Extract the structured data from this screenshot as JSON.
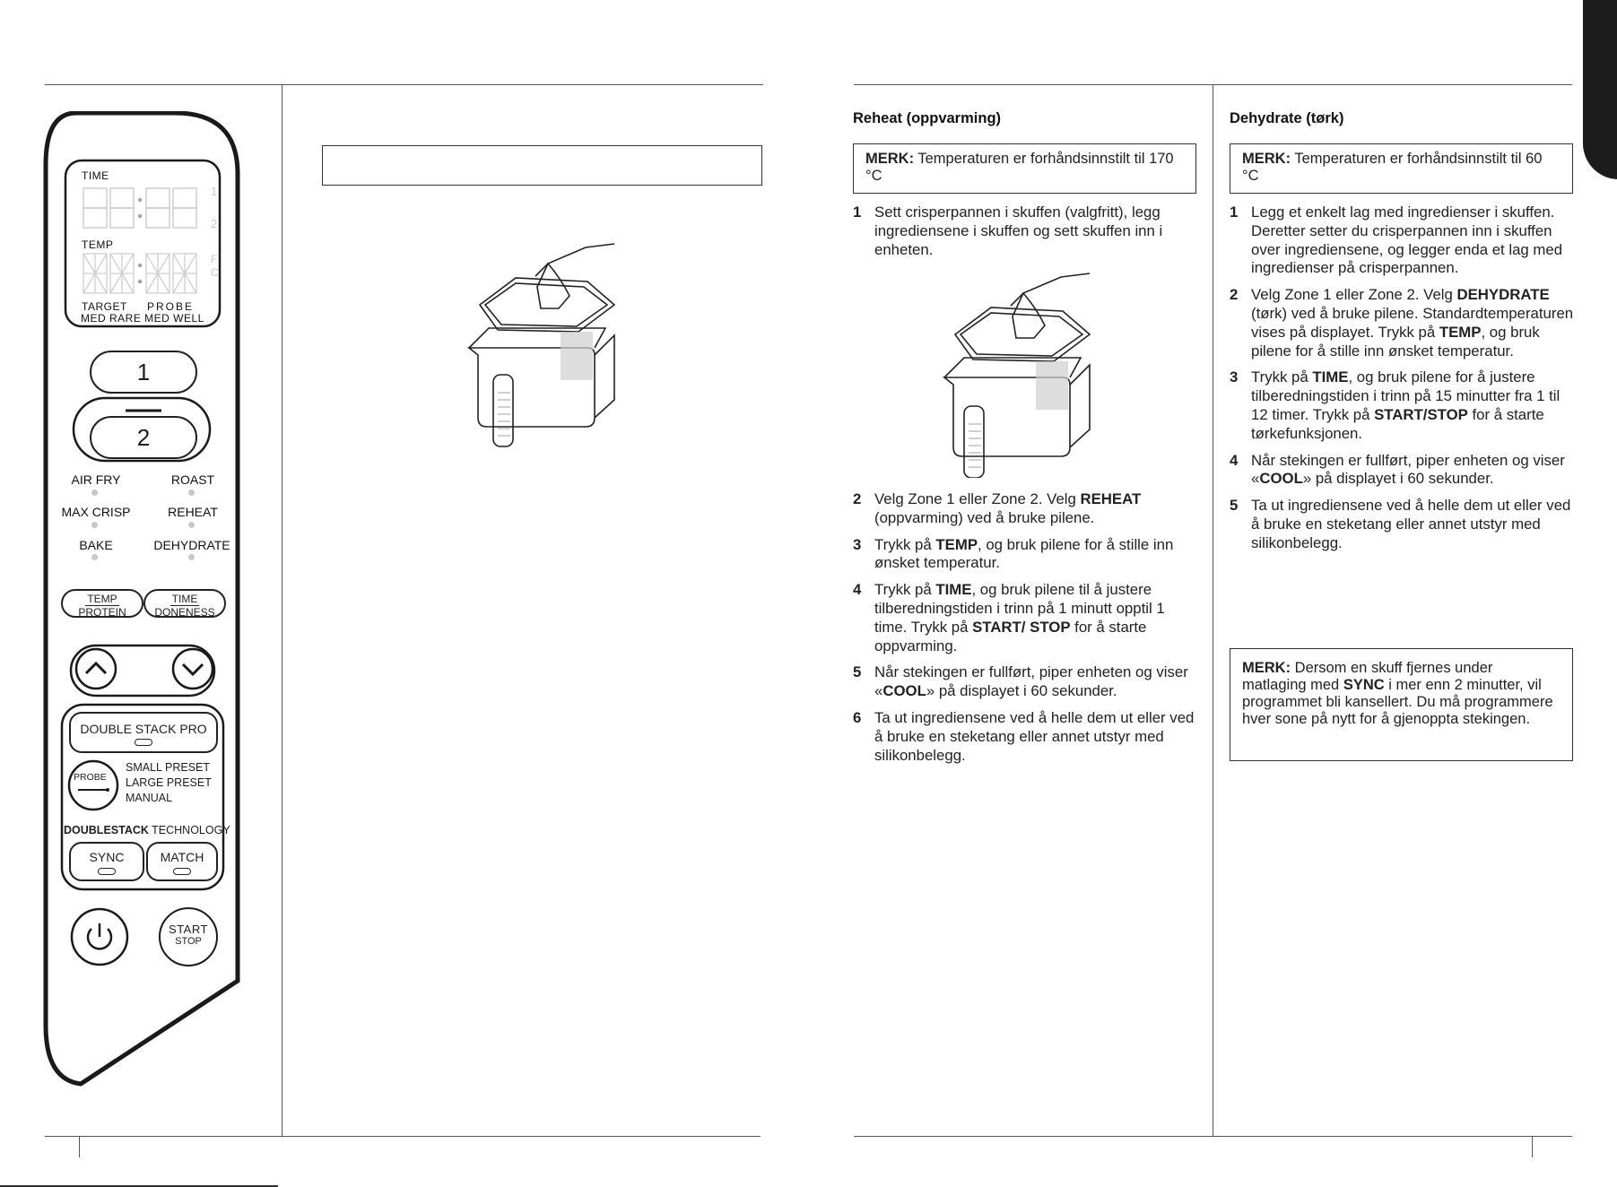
{
  "panel": {
    "lcd_time": "TIME",
    "lcd_temp": "TEMP",
    "lcd_digits": "88:88",
    "lcd_zone1": "1",
    "lcd_zone2": "2",
    "lcd_f": "F",
    "lcd_c": "C",
    "lcd_target": "TARGET",
    "lcd_probe": "PROBE",
    "lcd_doneness": "MED RARE MED WELL",
    "zone1_label": "1",
    "zone2_label": "2",
    "functions": [
      "AIR FRY",
      "ROAST",
      "MAX CRISP",
      "REHEAT",
      "BAKE",
      "DEHYDRATE"
    ],
    "temp_top": "TEMP",
    "temp_bottom": "PROTEIN",
    "time_top": "TIME",
    "time_bottom": "DONENESS",
    "double_stack_pro": "DOUBLE STACK PRO",
    "probe": "PROBE",
    "presets": [
      "SMALL PRESET",
      "LARGE PRESET",
      "MANUAL"
    ],
    "doublestack_bold": "DOUBLESTACK",
    "doublestack_rest": " TECHNOLOGY",
    "sync": "SYNC",
    "match": "MATCH",
    "start": "START",
    "stop": "STOP"
  },
  "reheat": {
    "heading": "Reheat (oppvarming)",
    "note_label": "MERK:",
    "note_text": " Temperaturen er forhåndsinnstilt til 170 °C",
    "steps": [
      {
        "num": "1",
        "parts": [
          [
            "t",
            "Sett crisperpannen i skuffen (valgfritt), legg ingrediensene i skuffen og sett skuffen inn i enheten."
          ]
        ]
      },
      {
        "num": "2",
        "parts": [
          [
            "t",
            "Velg Zone 1 eller Zone 2. Velg "
          ],
          [
            "b",
            "REHEAT"
          ],
          [
            "t",
            " (oppvarming) ved å bruke pilene."
          ]
        ]
      },
      {
        "num": "3",
        "parts": [
          [
            "t",
            "Trykk på "
          ],
          [
            "b",
            "TEMP"
          ],
          [
            "t",
            ", og bruk pilene for å stille inn ønsket temperatur."
          ]
        ]
      },
      {
        "num": "4",
        "parts": [
          [
            "t",
            "Trykk på "
          ],
          [
            "b",
            "TIME"
          ],
          [
            "t",
            ", og bruk pilene til å justere tilberedningstiden i trinn på 1 minutt opptil 1 time. Trykk på "
          ],
          [
            "b",
            "START/ STOP"
          ],
          [
            "t",
            " for å starte oppvarming."
          ]
        ]
      },
      {
        "num": "5",
        "parts": [
          [
            "t",
            "Når stekingen er fullført, piper enheten og viser «"
          ],
          [
            "b",
            "COOL"
          ],
          [
            "t",
            "» på displayet i 60 sekunder."
          ]
        ]
      },
      {
        "num": "6",
        "parts": [
          [
            "t",
            "Ta ut ingrediensene ved å helle dem ut eller ved å bruke en steketang eller annet utstyr med silikonbelegg."
          ]
        ]
      }
    ]
  },
  "dehydrate": {
    "heading": "Dehydrate (tørk)",
    "note_label": "MERK:",
    "note_text": " Temperaturen er forhåndsinnstilt til 60 °C",
    "steps": [
      {
        "num": "1",
        "parts": [
          [
            "t",
            "Legg et enkelt lag med ingredienser i skuffen. Deretter setter du crisperpannen inn i skuffen over ingrediensene, og legger enda et lag med ingredienser på crisperpannen."
          ]
        ]
      },
      {
        "num": "2",
        "parts": [
          [
            "t",
            "Velg Zone 1 eller Zone 2. Velg "
          ],
          [
            "b",
            "DEHYDRATE"
          ],
          [
            "t",
            " (tørk) ved å bruke pilene. Standardtemperaturen vises på displayet. Trykk på "
          ],
          [
            "b",
            "TEMP"
          ],
          [
            "t",
            ", og bruk pilene for å stille inn ønsket temperatur."
          ]
        ]
      },
      {
        "num": "3",
        "parts": [
          [
            "t",
            "Trykk på "
          ],
          [
            "b",
            "TIME"
          ],
          [
            "t",
            ", og bruk pilene for å justere tilberedningstiden i trinn på 15 minutter fra 1 til 12 timer. Trykk på "
          ],
          [
            "b",
            "START/STOP"
          ],
          [
            "t",
            " for å starte tørkefunksjonen."
          ]
        ]
      },
      {
        "num": "4",
        "parts": [
          [
            "t",
            "Når stekingen er fullført, piper enheten og viser «"
          ],
          [
            "b",
            "COOL"
          ],
          [
            "t",
            "» på displayet i 60 sekunder."
          ]
        ]
      },
      {
        "num": "5",
        "parts": [
          [
            "t",
            "Ta ut ingrediensene ved å helle dem ut eller ved å bruke en steketang eller annet utstyr med silikonbelegg."
          ]
        ]
      }
    ],
    "note2_label": "MERK:",
    "note2_pre": " Dersom en skuff fjernes under matlaging med ",
    "note2_bold": "SYNC",
    "note2_post": " i mer enn 2 minutter, vil programmet bli kansellert. Du må programmere hver sone på nytt for å gjenoppta stekingen."
  }
}
